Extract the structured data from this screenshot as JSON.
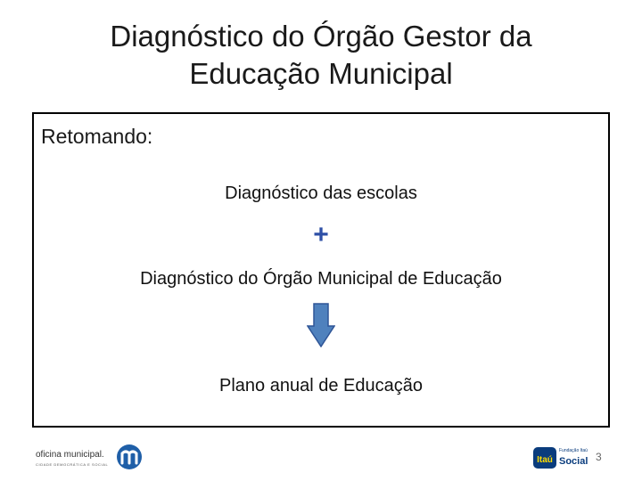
{
  "title": {
    "line1": "Diagnóstico do Órgão Gestor da",
    "line2": "Educação Municipal"
  },
  "box": {
    "intro": "Retomando:",
    "step1": "Diagnóstico das escolas",
    "plus": "+",
    "step2": "Diagnóstico do Órgão Municipal de Educação",
    "arrow_icon": "arrow-down-icon",
    "step3": "Plano anual de Educação"
  },
  "footer": {
    "left_logo_text": "oficina municipal.",
    "left_logo_subtext": "CIDADE DEMOCRÁTICA E SOCIAL",
    "right_logo_top": "Fundação Itaú",
    "right_logo_itau": "Itaú",
    "right_logo_social": "Social",
    "page_number": "3"
  },
  "colors": {
    "plus": "#2e4fa6",
    "arrow_fill": "#4f81bd",
    "arrow_stroke": "#2f5597",
    "om_blue": "#1f5fa8",
    "itau_blue": "#0a3c7d"
  }
}
